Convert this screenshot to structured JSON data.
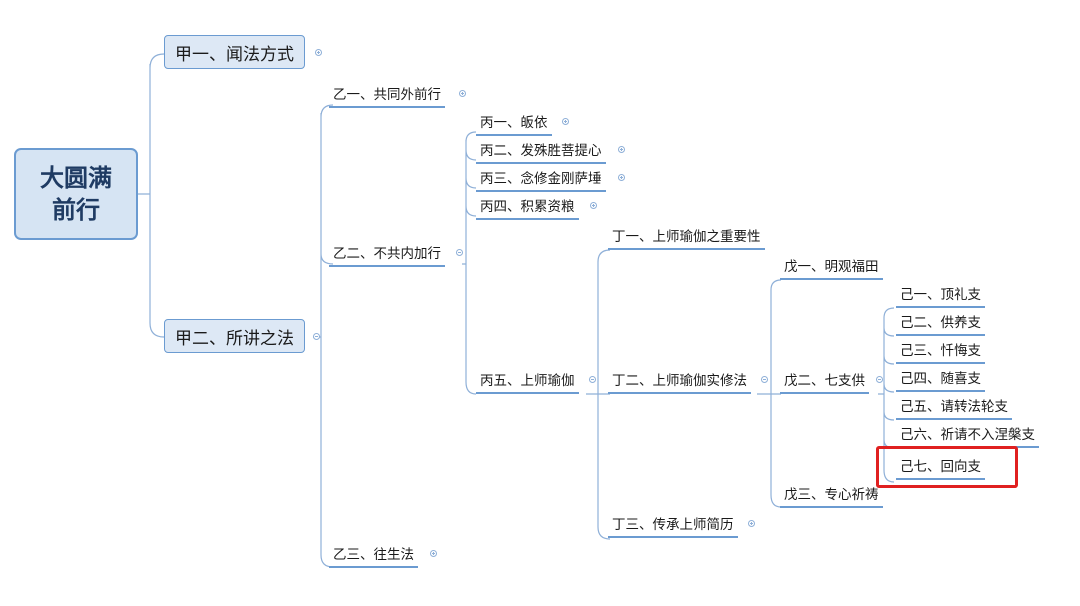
{
  "root": {
    "line1": "大圆满",
    "line2": "前行"
  },
  "majors": {
    "jia1": "甲一、闻法方式",
    "jia2": "甲二、所讲之法"
  },
  "yi": {
    "yi1": "乙一、共同外前行",
    "yi2": "乙二、不共内加行",
    "yi3": "乙三、往生法"
  },
  "bing": {
    "bing1": "丙一、皈依",
    "bing2": "丙二、发殊胜菩提心",
    "bing3": "丙三、念修金刚萨埵",
    "bing4": "丙四、积累资粮",
    "bing5": "丙五、上师瑜伽"
  },
  "ding": {
    "ding1": "丁一、上师瑜伽之重要性",
    "ding2": "丁二、上师瑜伽实修法",
    "ding3": "丁三、传承上师简历"
  },
  "wu": {
    "wu1": "戊一、明观福田",
    "wu2": "戊二、七支供",
    "wu3": "戊三、专心祈祷"
  },
  "ji": {
    "ji1": "己一、顶礼支",
    "ji2": "己二、供养支",
    "ji3": "己三、忏悔支",
    "ji4": "己四、随喜支",
    "ji5": "己五、请转法轮支",
    "ji6": "己六、祈请不入涅槃支",
    "ji7": "己七、回向支"
  },
  "colors": {
    "connector": "#8fb0d8",
    "node_border": "#6b9bd1",
    "highlight": "#e02020",
    "root_fill": "#d6e4f3"
  }
}
